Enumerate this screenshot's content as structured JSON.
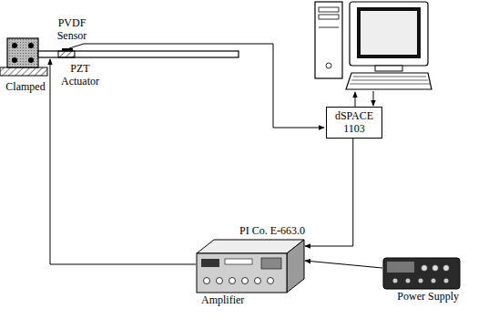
{
  "diagram": {
    "nodes": [
      {
        "text": [
          "dSPACE 1103"
        ]
      },
      {
        "text": [
          "PI Co. E-663.0",
          "Amplifier"
        ]
      },
      {
        "text": [
          "Power Supply"
        ]
      }
    ],
    "edges": [
      {
        "from": 0,
        "to": 1,
        "arrow": "to"
      },
      {
        "from": 2,
        "to": 1,
        "arrow": "to"
      }
    ],
    "labels": [
      "PVDF Sensor",
      "PZT Actuator",
      "Clamped"
    ]
  }
}
